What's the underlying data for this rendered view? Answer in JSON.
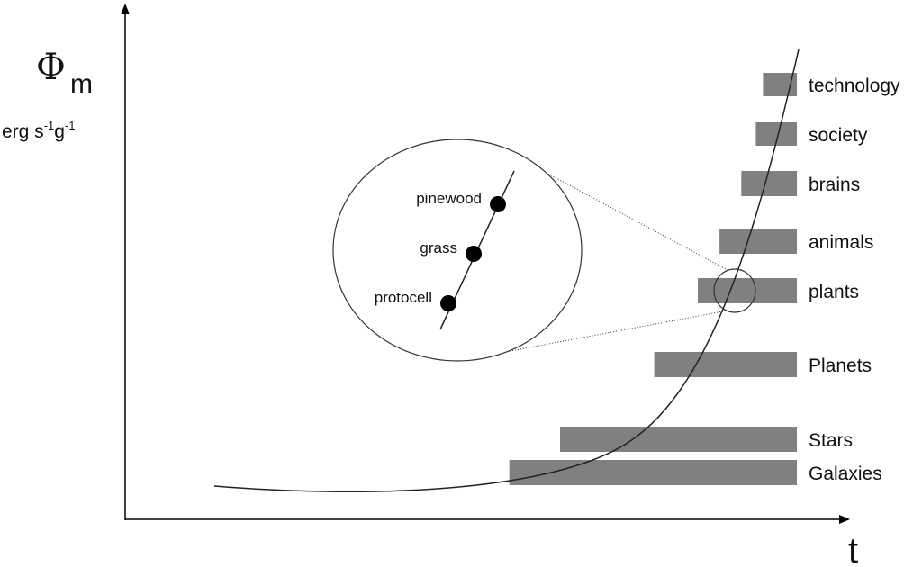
{
  "y_axis": {
    "symbol": "Φ",
    "subscript": "m",
    "unit_a": "erg s",
    "unit_sup1": "-1",
    "unit_b": "g",
    "unit_sup2": "-1"
  },
  "x_axis": {
    "label": "t"
  },
  "bars": [
    {
      "label": "technology",
      "start": 0.88
    },
    {
      "label": "society",
      "start": 0.87
    },
    {
      "label": "brains",
      "start": 0.85
    },
    {
      "label": "animals",
      "start": 0.82
    },
    {
      "label": "plants",
      "start": 0.79
    },
    {
      "label": "Planets",
      "start": 0.73
    },
    {
      "label": "Stars",
      "start": 0.6
    },
    {
      "label": "Galaxies",
      "start": 0.53
    }
  ],
  "inset_points": [
    {
      "label": "pinewood"
    },
    {
      "label": "grass"
    },
    {
      "label": "protocell"
    }
  ],
  "colors": {
    "bar": "#808080",
    "line": "#222222",
    "point": "#000000"
  }
}
